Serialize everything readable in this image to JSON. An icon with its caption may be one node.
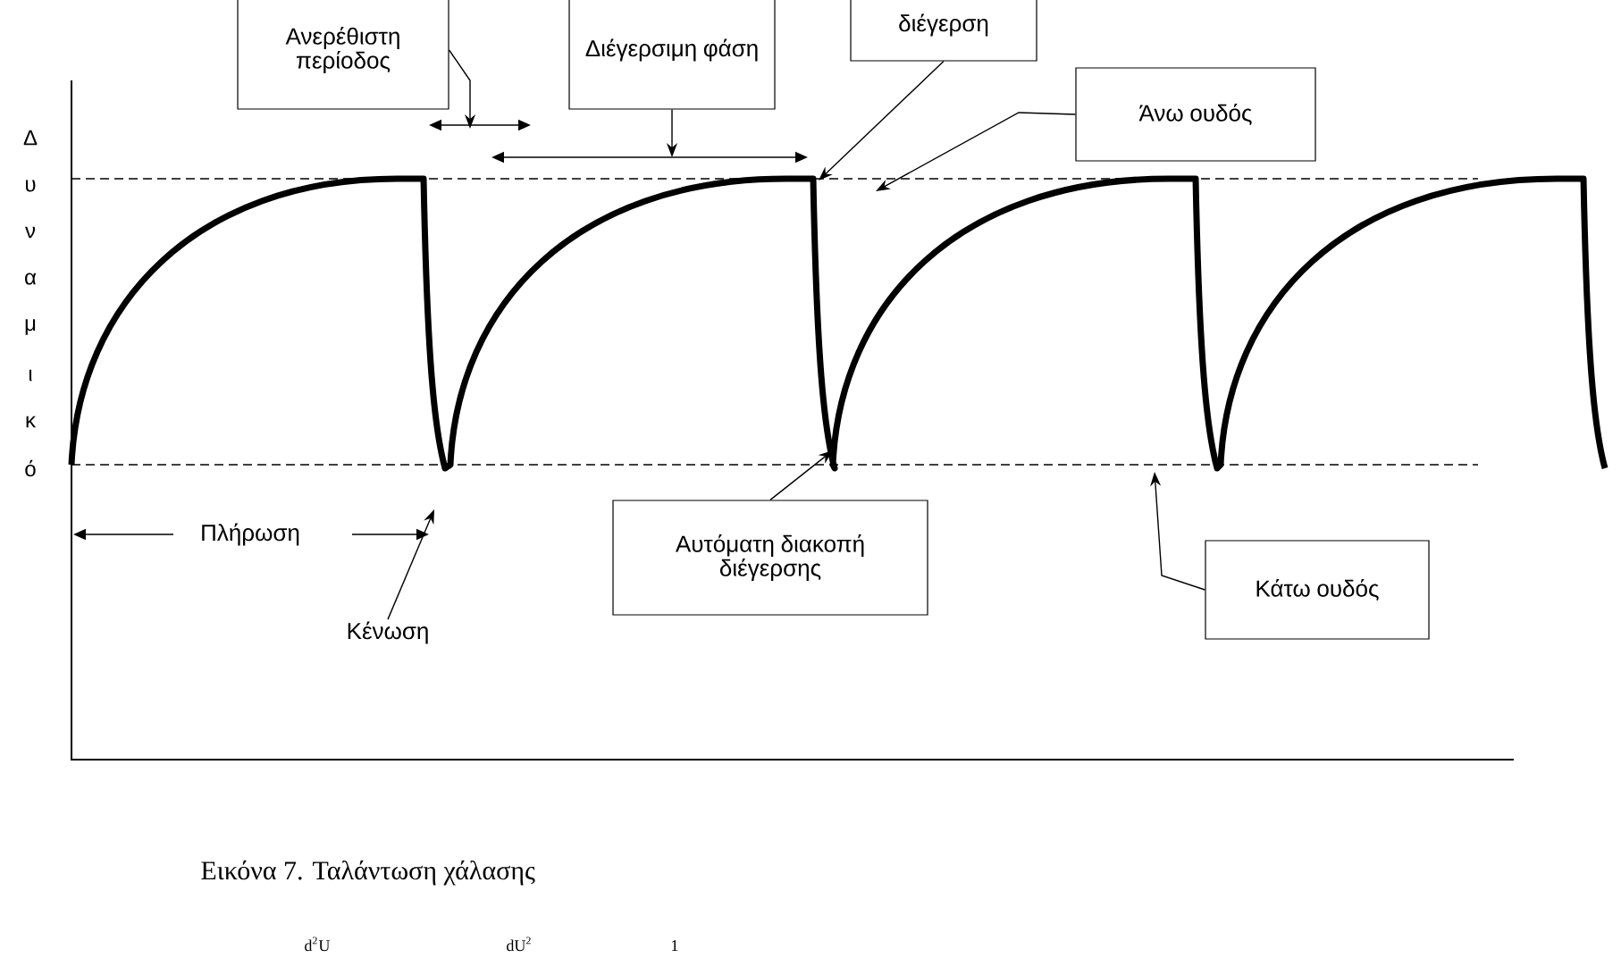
{
  "diagram": {
    "caption": "Εικόνα 7. Ταλάντωση χάλασης",
    "nodes": [
      {
        "text": [
          "Ανερέθιστη περίοδος"
        ]
      },
      {
        "text": [
          "Διέγερσιμη φάση"
        ]
      },
      {
        "text": [
          "διέγερση"
        ]
      },
      {
        "text": [
          "Άνω ουδός"
        ]
      },
      {
        "text": [
          "Αυτόματη διακοπή διέγερσης"
        ]
      },
      {
        "text": [
          "Κάτω ουδός"
        ]
      },
      {
        "text": [
          "Κένωση"
        ]
      }
    ],
    "edges": [
      {
        "from": 0,
        "to": null,
        "arrow": "to"
      },
      {
        "from": 1,
        "to": null,
        "arrow": "to"
      },
      {
        "from": 2,
        "to": null,
        "arrow": "to"
      },
      {
        "from": 3,
        "to": null,
        "arrow": "to"
      },
      {
        "from": 4,
        "to": null,
        "arrow": "to"
      },
      {
        "from": 5,
        "to": null,
        "arrow": "to"
      },
      {
        "from": 6,
        "to": null,
        "arrow": "to"
      }
    ],
    "labels": [
      "Δ",
      "υ",
      "ν",
      "α",
      "μ",
      "ι",
      "κ",
      "ό",
      "Πλήρωση",
      "d$^{2}$U",
      "dU$^{2}$",
      "1"
    ]
  }
}
